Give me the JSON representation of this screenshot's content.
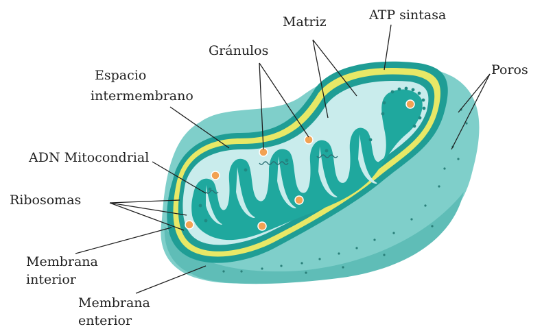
{
  "diagram": {
    "labels": {
      "matriz": "Matriz",
      "atp_sintasa": "ATP sintasa",
      "granulos": "Gránulos",
      "poros": "Poros",
      "espacio_1": "Espacio",
      "espacio_2": "intermembrano",
      "adn": "ADN Mitocondrial",
      "ribosomas": "Ribosomas",
      "membrana_interior_1": "Membrana",
      "membrana_interior_2": "interior",
      "membrana_exterior_1": "Membrana",
      "membrana_exterior_2": "enterior"
    },
    "colors": {
      "outer_surface": "#7fcfca",
      "outer_rim": "#1f9d95",
      "yellow_membrane": "#e8e866",
      "inner_space": "#c9ecec",
      "matrix": "#1fa89e",
      "granule": "#f2a253",
      "ink": "#1f1f1f"
    }
  }
}
